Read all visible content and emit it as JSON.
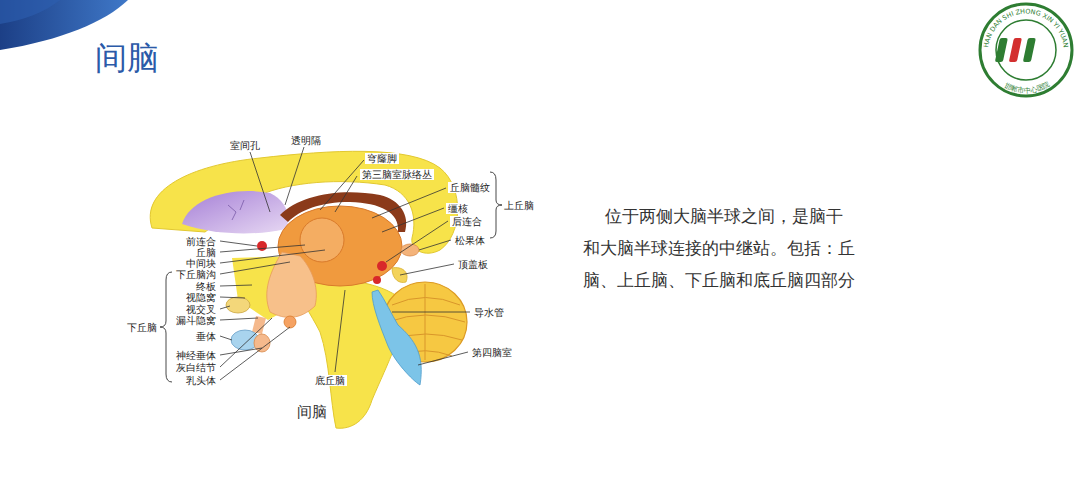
{
  "diagram": {
    "title": "间脑",
    "caption": "间脑",
    "labels": [
      "室间孔",
      "透明隔",
      "穹窿脚",
      "第三脑室脉络丛",
      "丘脑髓纹",
      "缰核",
      "后连合",
      "上丘脑",
      "松果体",
      "前连合",
      "丘脑",
      "中间块",
      "下丘脑沟",
      "终板",
      "视隐窝",
      "视交叉",
      "漏斗隐窝",
      "垂体",
      "神经垂体",
      "灰白结节",
      "乳头体",
      "下丘脑",
      "顶盖板",
      "导水管",
      "第四脑室",
      "底丘脑",
      "位于两侧大脑半球之间，是脑干和大脑半球连接的中继站。包括：丘脑、上丘脑、下丘脑和底丘脑四部分",
      "HAN DAN SHI ZHONG XIN YI YUAN",
      "邯郸市中心医院"
    ]
  }
}
